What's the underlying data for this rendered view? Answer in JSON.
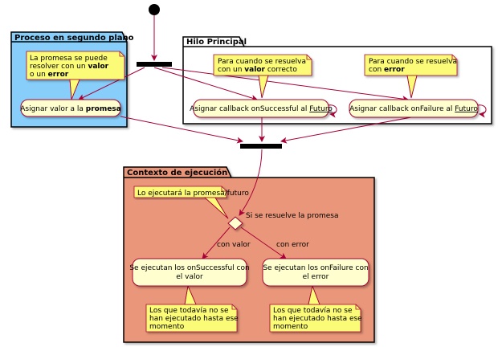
{
  "partitions": {
    "background": {
      "title": "Proceso en segundo plano",
      "color": "#87CEFA"
    },
    "main_thread": {
      "title": "Hilo Principal",
      "color": "#FFFFFF"
    },
    "execution": {
      "title": "Contexto de ejecución",
      "color": "#E9967A"
    }
  },
  "activities": {
    "assign_value": {
      "pre": "Asignar valor a la ",
      "bold": "promesa"
    },
    "callback_success": {
      "pre": "Asignar callback onSuccessful al ",
      "underline": "Futuro"
    },
    "callback_failure": {
      "pre": "Asignar callback onFailure al ",
      "underline": "Futuro"
    },
    "exec_success": {
      "line1": "Se ejecutan los onSuccessful con",
      "line2": "el valor"
    },
    "exec_failure": {
      "line1": "Se ejecutan los onFailure con",
      "line2": "el error"
    }
  },
  "notes": {
    "promise": {
      "line1": "La promesa se puede",
      "line2_pre": "resolver con un ",
      "line2_bold": "valor",
      "line3_pre": "o un ",
      "line3_bold": "error"
    },
    "success_cb": {
      "line1": "Para cuando se resuelva",
      "line2_pre": "con un ",
      "line2_bold": "valor",
      "line2_post": " correcto"
    },
    "failure_cb": {
      "line1": "Para cuando se resuelva",
      "line2_pre": "con ",
      "line2_bold": "error"
    },
    "executor": {
      "text": "Lo ejecutará la promesa/futuro"
    },
    "pending_success": {
      "line1": "Los que todavía no se",
      "line2": "han ejecutado hasta ese",
      "line3": "momento"
    },
    "pending_failure": {
      "line1": "Los que todavía no se",
      "line2": "han ejecutado hasta ese",
      "line3": "momento"
    }
  },
  "decision": {
    "label": "Si se resuelve la promesa",
    "branch_value": "con valor",
    "branch_error": "con error"
  },
  "colors": {
    "edge": "#A80036",
    "activity_fill": "#FEFECE",
    "note_fill": "#FBFB77"
  }
}
